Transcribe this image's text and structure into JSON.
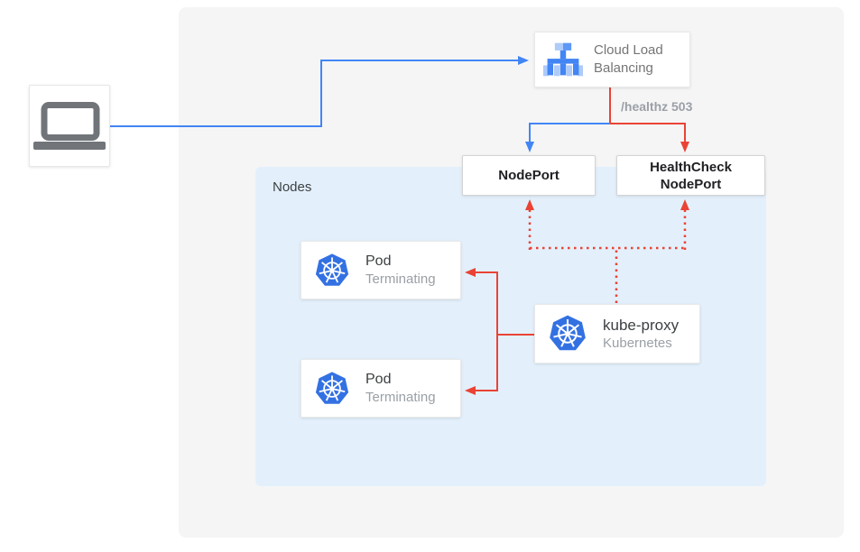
{
  "colors": {
    "blue": "#4285f4",
    "red": "#ea4335",
    "gray_text": "#757575",
    "dark_text": "#3c4043",
    "muted_text": "#9aa0a6",
    "nodes_bg": "#e3f0fc",
    "panel_bg": "#f5f5f6",
    "k8s_blue": "#3371e3",
    "icon_gray": "#71757a",
    "lb_light": "#aecbfa"
  },
  "client": {
    "icon": "laptop-icon"
  },
  "cloud_load_balancing": {
    "label": "Cloud Load\nBalancing",
    "icon": "load-balancer-icon"
  },
  "healthz_label": "/healthz 503",
  "node_port": {
    "label": "NodePort"
  },
  "health_check_node_port": {
    "label": "HealthCheck\nNodePort"
  },
  "nodes_container": {
    "label": "Nodes"
  },
  "pods": [
    {
      "title": "Pod",
      "status": "Terminating",
      "icon": "kubernetes-icon"
    },
    {
      "title": "Pod",
      "status": "Terminating",
      "icon": "kubernetes-icon"
    }
  ],
  "kube_proxy": {
    "title": "kube-proxy",
    "subtitle": "Kubernetes",
    "icon": "kubernetes-icon"
  }
}
